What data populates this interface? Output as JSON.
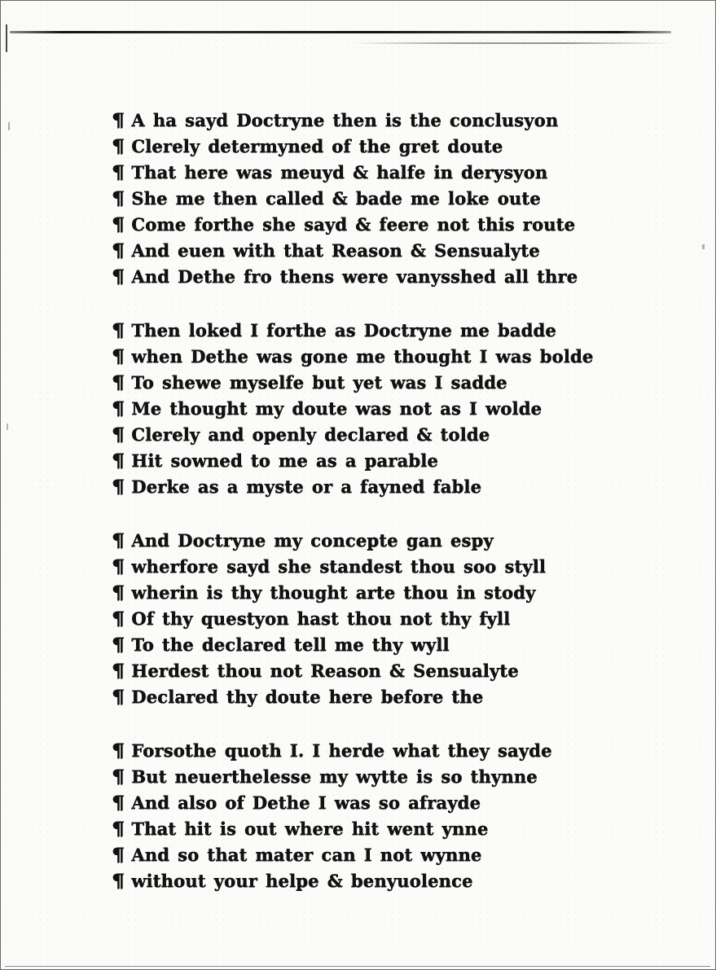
{
  "page": {
    "background": "#fbfbf9",
    "ink": "#121212",
    "artifact_color": "#1d1d1b"
  },
  "poem": {
    "pilcrow": "¶",
    "stanzas": [
      [
        "A ha sayd Doctryne then is the conclusyon",
        "Clerely determyned of the gret doute",
        "That here was meuyd & halfe in derysyon",
        "She me then called & bade me loke oute",
        "Come forthe she sayd & feere not this route",
        "And euen with that Reason & Sensualyte",
        "And Dethe fro thens were vanysshed all thre"
      ],
      [
        "Then loked I forthe as Doctryne me badde",
        "when Dethe was gone me thought I was bolde",
        "To shewe myselfe but yet was I sadde",
        "Me thought my doute was not as I wolde",
        "Clerely and openly declared & tolde",
        "Hit sowned to me as a parable",
        "Derke as a myste or a fayned fable"
      ],
      [
        "And Doctryne my concepte gan espy",
        "wherfore sayd she standest thou soo styll",
        "wherin is thy thought arte thou in stody",
        "Of thy questyon hast thou not thy fyll",
        "To the declared tell me thy wyll",
        "Herdest thou not Reason & Sensualyte",
        "Declared thy doute here before the"
      ],
      [
        "Forsothe quoth I. I herde what they sayde",
        "But neuerthelesse my wytte is so thynne",
        "And also of Dethe I was so afrayde",
        "That hit is out where hit went ynne",
        "And so that mater can I not wynne",
        "without your helpe & benyuolence"
      ]
    ]
  }
}
